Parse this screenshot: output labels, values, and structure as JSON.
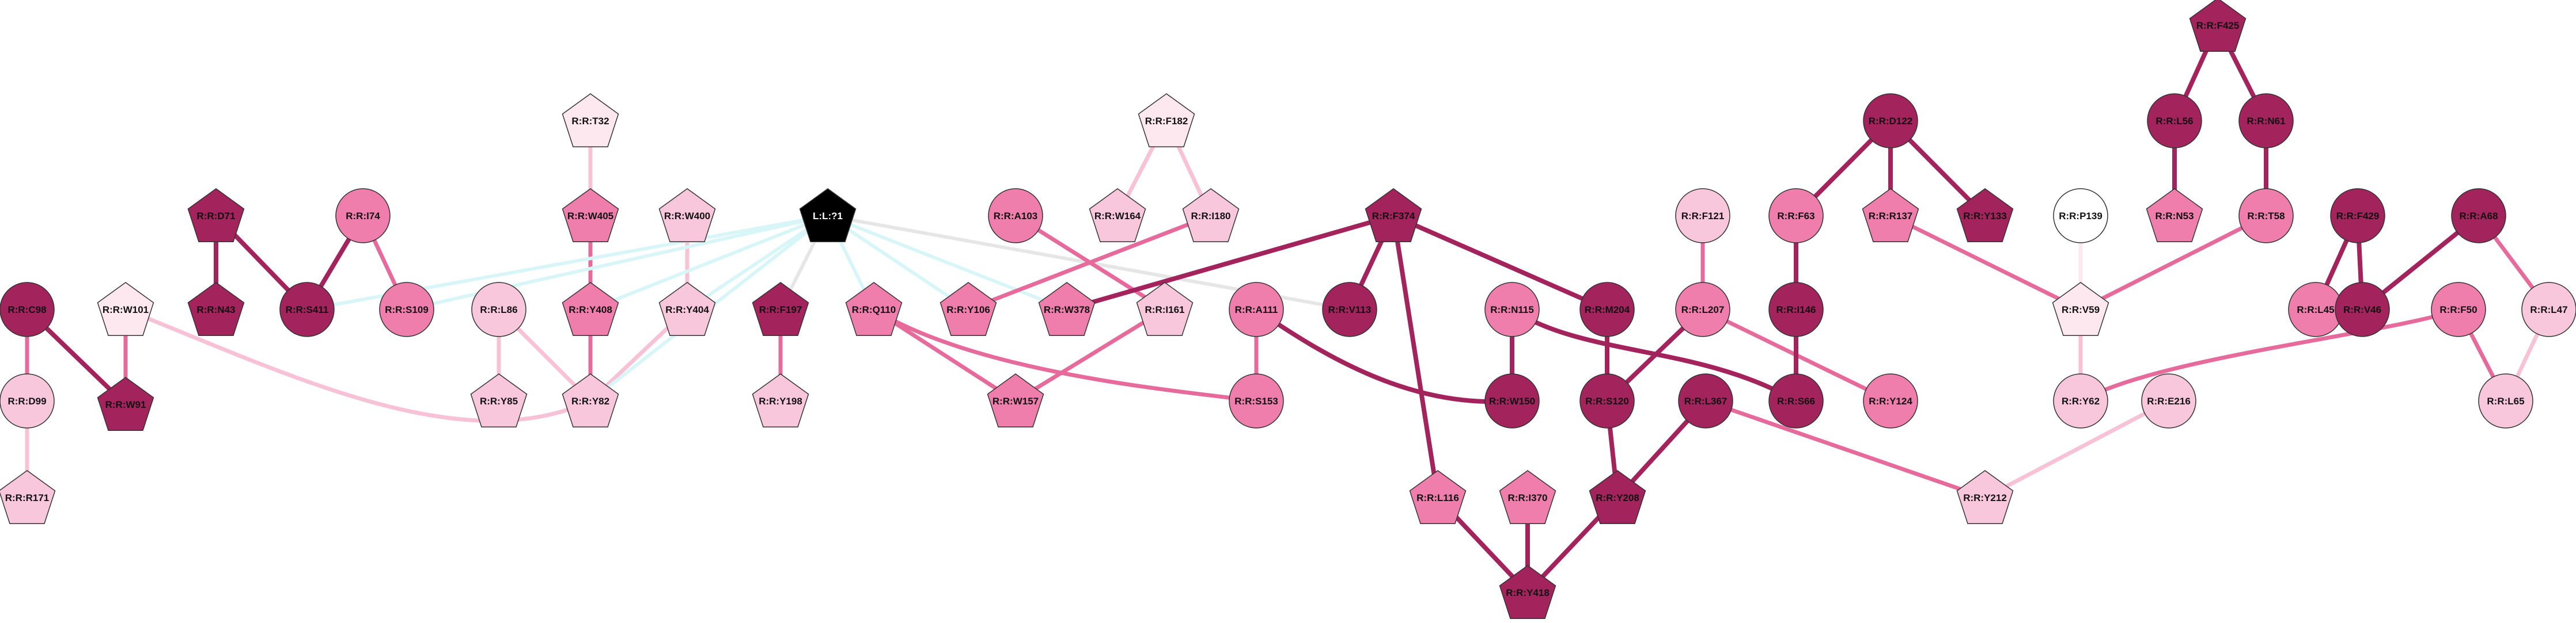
{
  "colors": {
    "dark": "#a3235d",
    "mid": "#f07eac",
    "light": "#f9c7dc",
    "pale": "#fde8f0",
    "white": "#ffffff",
    "black": "#000000",
    "edge_dark": "#a3235d",
    "edge_mid": "#e66a9c",
    "edge_light": "#f8c2d6",
    "edge_cyan": "#d8f6f8",
    "edge_gray": "#e6e6e6"
  },
  "nodes": [
    {
      "id": "C98",
      "label": "R:R:C98",
      "shape": "circle",
      "color": "dark"
    },
    {
      "id": "D99",
      "label": "R:R:D99",
      "shape": "circle",
      "color": "light"
    },
    {
      "id": "R171",
      "label": "R:R:R171",
      "shape": "pentagon",
      "color": "light"
    },
    {
      "id": "W101",
      "label": "R:R:W101",
      "shape": "pentagon",
      "color": "pale"
    },
    {
      "id": "W91",
      "label": "R:R:W91",
      "shape": "pentagon",
      "color": "dark"
    },
    {
      "id": "D71",
      "label": "R:R:D71",
      "shape": "pentagon",
      "color": "dark"
    },
    {
      "id": "N43",
      "label": "R:R:N43",
      "shape": "pentagon",
      "color": "dark"
    },
    {
      "id": "I74",
      "label": "R:R:I74",
      "shape": "circle",
      "color": "mid"
    },
    {
      "id": "S411",
      "label": "R:R:S411",
      "shape": "circle",
      "color": "dark"
    },
    {
      "id": "S109",
      "label": "R:R:S109",
      "shape": "circle",
      "color": "mid"
    },
    {
      "id": "L86",
      "label": "R:R:L86",
      "shape": "circle",
      "color": "light"
    },
    {
      "id": "Y85",
      "label": "R:R:Y85",
      "shape": "pentagon",
      "color": "light"
    },
    {
      "id": "T32",
      "label": "R:R:T32",
      "shape": "pentagon",
      "color": "pale"
    },
    {
      "id": "W405",
      "label": "R:R:W405",
      "shape": "pentagon",
      "color": "mid"
    },
    {
      "id": "Y408",
      "label": "R:R:Y408",
      "shape": "pentagon",
      "color": "mid"
    },
    {
      "id": "Y82",
      "label": "R:R:Y82",
      "shape": "pentagon",
      "color": "light"
    },
    {
      "id": "W400",
      "label": "R:R:W400",
      "shape": "pentagon",
      "color": "light"
    },
    {
      "id": "Y404",
      "label": "R:R:Y404",
      "shape": "pentagon",
      "color": "light"
    },
    {
      "id": "L71",
      "label": "L:L:?1",
      "shape": "pentagon",
      "color": "black"
    },
    {
      "id": "F197",
      "label": "R:R:F197",
      "shape": "pentagon",
      "color": "dark"
    },
    {
      "id": "Y198",
      "label": "R:R:Y198",
      "shape": "pentagon",
      "color": "light"
    },
    {
      "id": "Q110",
      "label": "R:R:Q110",
      "shape": "pentagon",
      "color": "mid"
    },
    {
      "id": "W157",
      "label": "R:R:W157",
      "shape": "pentagon",
      "color": "mid"
    },
    {
      "id": "A103",
      "label": "R:R:A103",
      "shape": "circle",
      "color": "mid"
    },
    {
      "id": "Y106",
      "label": "R:R:Y106",
      "shape": "pentagon",
      "color": "mid"
    },
    {
      "id": "F182",
      "label": "R:R:F182",
      "shape": "pentagon",
      "color": "pale"
    },
    {
      "id": "W164",
      "label": "R:R:W164",
      "shape": "pentagon",
      "color": "light"
    },
    {
      "id": "I180",
      "label": "R:R:I180",
      "shape": "pentagon",
      "color": "light"
    },
    {
      "id": "W378",
      "label": "R:R:W378",
      "shape": "pentagon",
      "color": "mid"
    },
    {
      "id": "I161",
      "label": "R:R:I161",
      "shape": "pentagon",
      "color": "light"
    },
    {
      "id": "A111",
      "label": "R:R:A111",
      "shape": "circle",
      "color": "mid"
    },
    {
      "id": "S153",
      "label": "R:R:S153",
      "shape": "circle",
      "color": "mid"
    },
    {
      "id": "F374",
      "label": "R:R:F374",
      "shape": "pentagon",
      "color": "dark"
    },
    {
      "id": "V113",
      "label": "R:R:V113",
      "shape": "circle",
      "color": "dark"
    },
    {
      "id": "L116",
      "label": "R:R:L116",
      "shape": "pentagon",
      "color": "mid"
    },
    {
      "id": "I370",
      "label": "R:R:I370",
      "shape": "pentagon",
      "color": "mid"
    },
    {
      "id": "Y418",
      "label": "R:R:Y418",
      "shape": "pentagon",
      "color": "dark"
    },
    {
      "id": "N115",
      "label": "R:R:N115",
      "shape": "circle",
      "color": "mid"
    },
    {
      "id": "W150",
      "label": "R:R:W150",
      "shape": "circle",
      "color": "dark"
    },
    {
      "id": "M204",
      "label": "R:R:M204",
      "shape": "circle",
      "color": "dark"
    },
    {
      "id": "S120",
      "label": "R:R:S120",
      "shape": "circle",
      "color": "dark"
    },
    {
      "id": "Y208",
      "label": "R:R:Y208",
      "shape": "pentagon",
      "color": "dark"
    },
    {
      "id": "F121",
      "label": "R:R:F121",
      "shape": "circle",
      "color": "light"
    },
    {
      "id": "L207",
      "label": "R:R:L207",
      "shape": "circle",
      "color": "mid"
    },
    {
      "id": "Y124",
      "label": "R:R:Y124",
      "shape": "circle",
      "color": "mid"
    },
    {
      "id": "L367",
      "label": "R:R:L367",
      "shape": "circle",
      "color": "dark"
    },
    {
      "id": "Y212",
      "label": "R:R:Y212",
      "shape": "pentagon",
      "color": "light"
    },
    {
      "id": "D122",
      "label": "R:R:D122",
      "shape": "circle",
      "color": "dark"
    },
    {
      "id": "F63",
      "label": "R:R:F63",
      "shape": "circle",
      "color": "mid"
    },
    {
      "id": "R137",
      "label": "R:R:R137",
      "shape": "pentagon",
      "color": "mid"
    },
    {
      "id": "Y133",
      "label": "R:R:Y133",
      "shape": "pentagon",
      "color": "dark"
    },
    {
      "id": "I146",
      "label": "R:R:I146",
      "shape": "circle",
      "color": "dark"
    },
    {
      "id": "S66",
      "label": "R:R:S66",
      "shape": "circle",
      "color": "dark"
    },
    {
      "id": "P139",
      "label": "R:R:P139",
      "shape": "circle",
      "color": "white"
    },
    {
      "id": "V59",
      "label": "R:R:V59",
      "shape": "pentagon",
      "color": "pale"
    },
    {
      "id": "Y62",
      "label": "R:R:Y62",
      "shape": "circle",
      "color": "light"
    },
    {
      "id": "E216",
      "label": "R:R:E216",
      "shape": "circle",
      "color": "light"
    },
    {
      "id": "F425",
      "label": "R:R:F425",
      "shape": "pentagon",
      "color": "dark"
    },
    {
      "id": "L56",
      "label": "R:R:L56",
      "shape": "circle",
      "color": "dark"
    },
    {
      "id": "N61",
      "label": "R:R:N61",
      "shape": "circle",
      "color": "dark"
    },
    {
      "id": "N53",
      "label": "R:R:N53",
      "shape": "pentagon",
      "color": "mid"
    },
    {
      "id": "T58",
      "label": "R:R:T58",
      "shape": "circle",
      "color": "mid"
    },
    {
      "id": "F429",
      "label": "R:R:F429",
      "shape": "circle",
      "color": "dark"
    },
    {
      "id": "A68",
      "label": "R:R:A68",
      "shape": "circle",
      "color": "dark"
    },
    {
      "id": "L45",
      "label": "R:R:L45",
      "shape": "circle",
      "color": "mid"
    },
    {
      "id": "V46",
      "label": "R:R:V46",
      "shape": "circle",
      "color": "dark"
    },
    {
      "id": "F50",
      "label": "R:R:F50",
      "shape": "circle",
      "color": "mid"
    },
    {
      "id": "L47",
      "label": "R:R:L47",
      "shape": "circle",
      "color": "light"
    },
    {
      "id": "L65",
      "label": "R:R:L65",
      "shape": "circle",
      "color": "light"
    }
  ],
  "edges": [
    {
      "from": "C98",
      "to": "D99",
      "color": "edge_mid"
    },
    {
      "from": "D99",
      "to": "R171",
      "color": "edge_light"
    },
    {
      "from": "C98",
      "to": "W91",
      "color": "edge_dark"
    },
    {
      "from": "W101",
      "to": "W91",
      "color": "edge_mid"
    },
    {
      "from": "W101",
      "to": "Y82",
      "color": "edge_light",
      "curve": true
    },
    {
      "from": "D71",
      "to": "N43",
      "color": "edge_dark"
    },
    {
      "from": "D71",
      "to": "S411",
      "color": "edge_dark"
    },
    {
      "from": "I74",
      "to": "S411",
      "color": "edge_dark"
    },
    {
      "from": "I74",
      "to": "S109",
      "color": "edge_mid"
    },
    {
      "from": "L86",
      "to": "Y85",
      "color": "edge_light"
    },
    {
      "from": "L86",
      "to": "Y82",
      "color": "edge_light"
    },
    {
      "from": "T32",
      "to": "W405",
      "color": "edge_light"
    },
    {
      "from": "W405",
      "to": "Y408",
      "color": "edge_mid"
    },
    {
      "from": "Y408",
      "to": "Y82",
      "color": "edge_mid"
    },
    {
      "from": "W400",
      "to": "Y404",
      "color": "edge_light"
    },
    {
      "from": "Y404",
      "to": "Y82",
      "color": "edge_light"
    },
    {
      "from": "L71",
      "to": "S411",
      "color": "edge_cyan"
    },
    {
      "from": "L71",
      "to": "S109",
      "color": "edge_cyan"
    },
    {
      "from": "L71",
      "to": "Y408",
      "color": "edge_cyan"
    },
    {
      "from": "L71",
      "to": "Y404",
      "color": "edge_cyan"
    },
    {
      "from": "L71",
      "to": "Y82",
      "color": "edge_cyan"
    },
    {
      "from": "L71",
      "to": "F197",
      "color": "edge_gray"
    },
    {
      "from": "L71",
      "to": "Q110",
      "color": "edge_cyan"
    },
    {
      "from": "L71",
      "to": "Y106",
      "color": "edge_cyan"
    },
    {
      "from": "L71",
      "to": "W378",
      "color": "edge_cyan"
    },
    {
      "from": "L71",
      "to": "V113",
      "color": "edge_gray"
    },
    {
      "from": "F197",
      "to": "Y198",
      "color": "edge_mid"
    },
    {
      "from": "Q110",
      "to": "W157",
      "color": "edge_mid"
    },
    {
      "from": "Q110",
      "to": "S153",
      "color": "edge_mid",
      "curve": true
    },
    {
      "from": "A103",
      "to": "I161",
      "color": "edge_mid"
    },
    {
      "from": "I161",
      "to": "W157",
      "color": "edge_mid"
    },
    {
      "from": "F182",
      "to": "W164",
      "color": "edge_light"
    },
    {
      "from": "F182",
      "to": "I180",
      "color": "edge_light"
    },
    {
      "from": "I180",
      "to": "Y106",
      "color": "edge_mid"
    },
    {
      "from": "A111",
      "to": "S153",
      "color": "edge_mid"
    },
    {
      "from": "A111",
      "to": "W150",
      "color": "edge_dark",
      "curve": true
    },
    {
      "from": "F374",
      "to": "W378",
      "color": "edge_dark"
    },
    {
      "from": "F374",
      "to": "V113",
      "color": "edge_dark"
    },
    {
      "from": "F374",
      "to": "L116",
      "color": "edge_dark"
    },
    {
      "from": "F374",
      "to": "M204",
      "color": "edge_dark"
    },
    {
      "from": "I370",
      "to": "Y418",
      "color": "edge_dark"
    },
    {
      "from": "L116",
      "to": "Y418",
      "color": "edge_dark"
    },
    {
      "from": "Y208",
      "to": "Y418",
      "color": "edge_dark"
    },
    {
      "from": "N115",
      "to": "W150",
      "color": "edge_dark"
    },
    {
      "from": "N115",
      "to": "S66",
      "color": "edge_dark",
      "curve": true
    },
    {
      "from": "M204",
      "to": "S120",
      "color": "edge_dark"
    },
    {
      "from": "S120",
      "to": "Y208",
      "color": "edge_dark"
    },
    {
      "from": "L367",
      "to": "Y208",
      "color": "edge_dark"
    },
    {
      "from": "L367",
      "to": "Y212",
      "color": "edge_mid"
    },
    {
      "from": "F121",
      "to": "L207",
      "color": "edge_mid"
    },
    {
      "from": "L207",
      "to": "S120",
      "color": "edge_dark"
    },
    {
      "from": "L207",
      "to": "Y124",
      "color": "edge_mid"
    },
    {
      "from": "D122",
      "to": "F63",
      "color": "edge_dark"
    },
    {
      "from": "D122",
      "to": "R137",
      "color": "edge_dark"
    },
    {
      "from": "D122",
      "to": "Y133",
      "color": "edge_dark"
    },
    {
      "from": "F63",
      "to": "I146",
      "color": "edge_dark"
    },
    {
      "from": "I146",
      "to": "S66",
      "color": "edge_dark"
    },
    {
      "from": "R137",
      "to": "V59",
      "color": "edge_mid"
    },
    {
      "from": "P139",
      "to": "V59",
      "color": "edge_pale"
    },
    {
      "from": "V59",
      "to": "Y62",
      "color": "edge_light"
    },
    {
      "from": "T58",
      "to": "V59",
      "color": "edge_mid"
    },
    {
      "from": "E216",
      "to": "Y212",
      "color": "edge_light"
    },
    {
      "from": "F425",
      "to": "L56",
      "color": "edge_dark"
    },
    {
      "from": "F425",
      "to": "N61",
      "color": "edge_dark"
    },
    {
      "from": "L56",
      "to": "N53",
      "color": "edge_dark"
    },
    {
      "from": "N61",
      "to": "T58",
      "color": "edge_dark"
    },
    {
      "from": "F429",
      "to": "L45",
      "color": "edge_dark"
    },
    {
      "from": "F429",
      "to": "V46",
      "color": "edge_dark"
    },
    {
      "from": "A68",
      "to": "V46",
      "color": "edge_dark"
    },
    {
      "from": "A68",
      "to": "L47",
      "color": "edge_mid"
    },
    {
      "from": "F50",
      "to": "Y62",
      "color": "edge_mid",
      "curve": true
    },
    {
      "from": "F50",
      "to": "L65",
      "color": "edge_mid"
    },
    {
      "from": "L47",
      "to": "L65",
      "color": "edge_light"
    }
  ]
}
